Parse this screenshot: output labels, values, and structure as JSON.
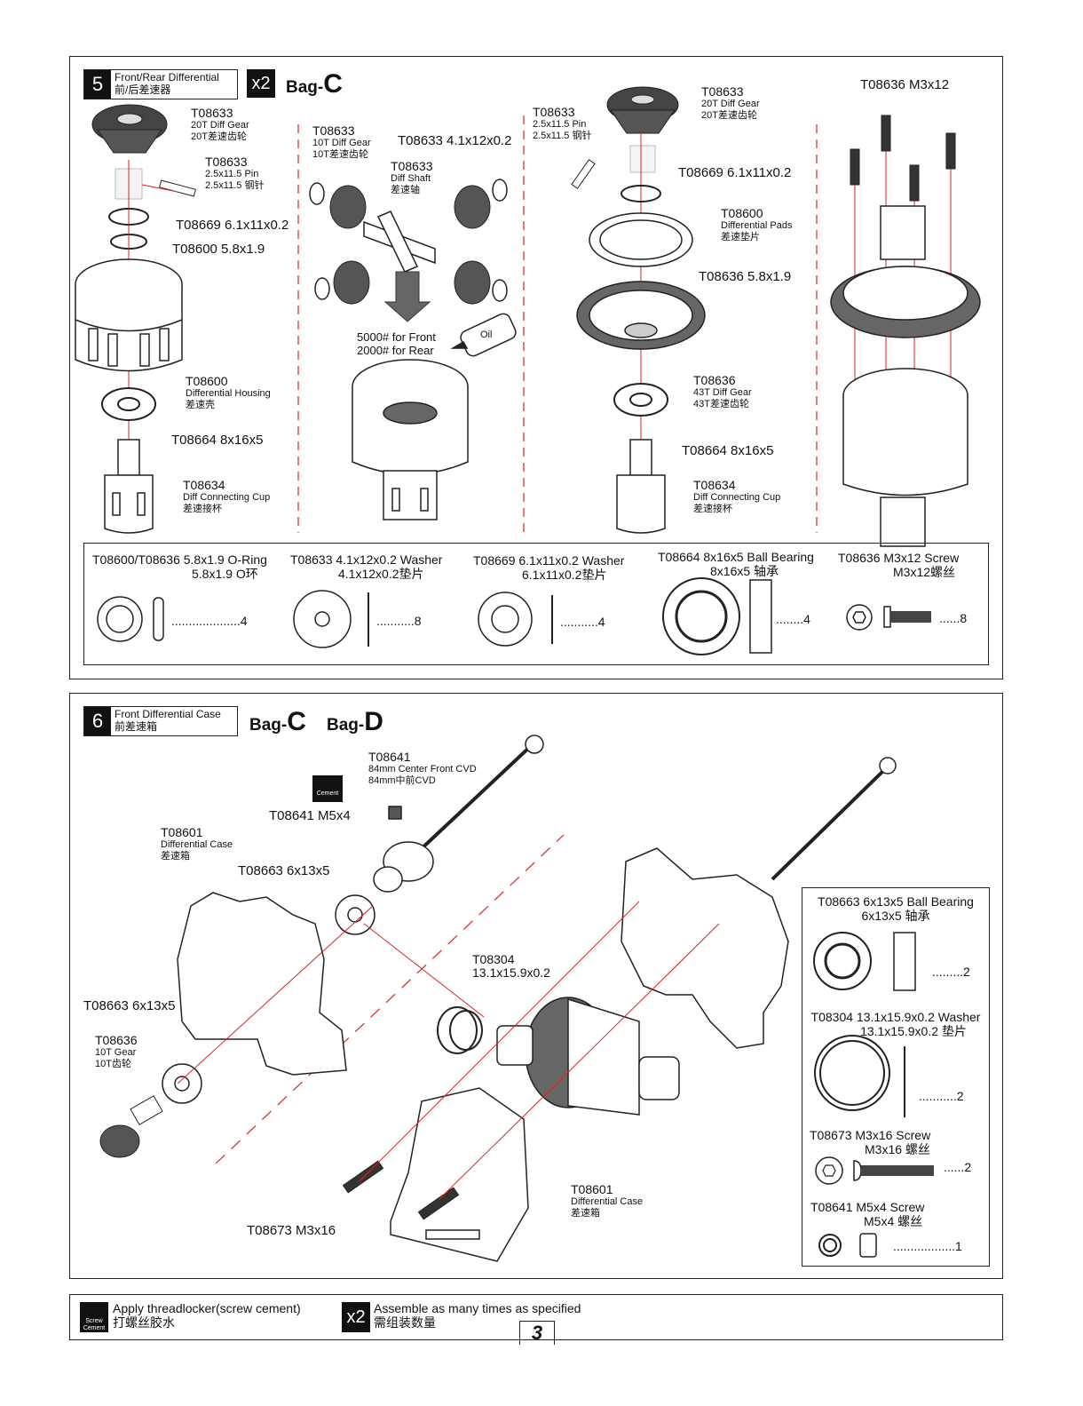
{
  "step5": {
    "num": "5",
    "title_en": "Front/Rear Differential",
    "title_cn": "前/后差速器",
    "multiplier": "x2",
    "bag_prefix": "Bag-",
    "bag_letter": "C",
    "labels": {
      "l1": {
        "pn": "T08633",
        "en": "20T Diff Gear",
        "cn": "20T差速齿轮"
      },
      "l2": {
        "pn": "T08633",
        "en": "2.5x11.5 Pin",
        "cn": "2.5x11.5 钢针"
      },
      "l3": {
        "pn": "T08669 6.1x11x0.2"
      },
      "l4": {
        "pn": "T08600 5.8x1.9"
      },
      "l5": {
        "pn": "T08600",
        "en": "Differential Housing",
        "cn": "差速壳"
      },
      "l6": {
        "pn": "T08664  8x16x5"
      },
      "l7": {
        "pn": "T08634",
        "en": "Diff Connecting Cup",
        "cn": "差速接杯"
      },
      "m1": {
        "pn": "T08633",
        "en": "10T Diff Gear",
        "cn": "10T差速齿轮"
      },
      "m2": {
        "pn": "T08633 4.1x12x0.2"
      },
      "m3": {
        "pn": "T08633",
        "en": "Diff Shaft",
        "cn": "差速轴"
      },
      "m4": {
        "pn": "5000# for Front"
      },
      "m5": {
        "pn": "2000# for Rear"
      },
      "oil": "Oil",
      "r1": {
        "pn": "T08633",
        "en": "2.5x11.5 Pin",
        "cn": "2.5x11.5 钢针"
      },
      "r2": {
        "pn": "T08633",
        "en": "20T Diff Gear",
        "cn": "20T差速齿轮"
      },
      "r3": {
        "pn": "T08669 6.1x11x0.2"
      },
      "r4": {
        "pn": "T08600",
        "en": "Differential Pads",
        "cn": "差速垫片"
      },
      "r5": {
        "pn": "T08636 5.8x1.9"
      },
      "r6": {
        "pn": "T08636",
        "en": "43T Diff Gear",
        "cn": "43T差速齿轮"
      },
      "r7": {
        "pn": "T08664  8x16x5"
      },
      "r8": {
        "pn": "T08634",
        "en": "Diff Connecting Cup",
        "cn": "差速接杯"
      },
      "s1": {
        "pn": "T08636  M3x12"
      }
    },
    "legend": [
      {
        "title": "T08600/T08636  5.8x1.9 O-Ring",
        "sub": "5.8x1.9 O环",
        "qty": "....................4"
      },
      {
        "title": "T08633  4.1x12x0.2 Washer",
        "sub": "4.1x12x0.2垫片",
        "qty": "...........8"
      },
      {
        "title": "T08669  6.1x11x0.2 Washer",
        "sub": "6.1x11x0.2垫片",
        "qty": "...........4"
      },
      {
        "title": "T08664  8x16x5 Ball Bearing",
        "sub": "8x16x5  轴承",
        "qty": "........4"
      },
      {
        "title": "T08636  M3x12 Screw",
        "sub": "M3x12螺丝",
        "qty": "......8"
      }
    ]
  },
  "step6": {
    "num": "6",
    "title_en": "Front Differential Case",
    "title_cn": "前差速箱",
    "bag_prefix": "Bag-",
    "bag_c": "C",
    "bag_d": "D",
    "labels": {
      "a1": {
        "pn": "T08641",
        "en": "84mm Center Front CVD",
        "cn": "84mm中前CVD"
      },
      "a2": {
        "pn": "T08641 M5x4"
      },
      "a3": {
        "pn": "T08601",
        "en": "Differential Case",
        "cn": "差速箱"
      },
      "a4": {
        "pn": "T08663 6x13x5"
      },
      "a5": {
        "pn": "T08663 6x13x5"
      },
      "a6": {
        "pn": "T08636",
        "en": "10T Gear",
        "cn": "10T齿轮"
      },
      "a7": {
        "pn": "T08304",
        "sub": "13.1x15.9x0.2"
      },
      "a8": {
        "pn": "T08601",
        "en": "Differential Case",
        "cn": "差速箱"
      },
      "a9": {
        "pn": "T08673  M3x16"
      },
      "cement": "Screw Cement"
    },
    "legend": [
      {
        "title": "T08663  6x13x5 Ball Bearing",
        "sub": "6x13x5  轴承",
        "qty": ".........2"
      },
      {
        "title": "T08304 13.1x15.9x0.2 Washer",
        "sub": "13.1x15.9x0.2  垫片",
        "qty": "...........2"
      },
      {
        "title": "T08673  M3x16 Screw",
        "sub": "M3x16  螺丝",
        "qty": "......2"
      },
      {
        "title": "T08641  M5x4 Screw",
        "sub": "M5x4  螺丝",
        "qty": "..................1"
      }
    ]
  },
  "footer": {
    "cement_en": "Apply threadlocker(screw cement)",
    "cement_cn": "打螺丝胶水",
    "cement_icon": "Screw Cement",
    "mult_badge": "x2",
    "mult_en": "Assemble as many times as specified",
    "mult_cn": "需组装数量",
    "page": "3"
  }
}
